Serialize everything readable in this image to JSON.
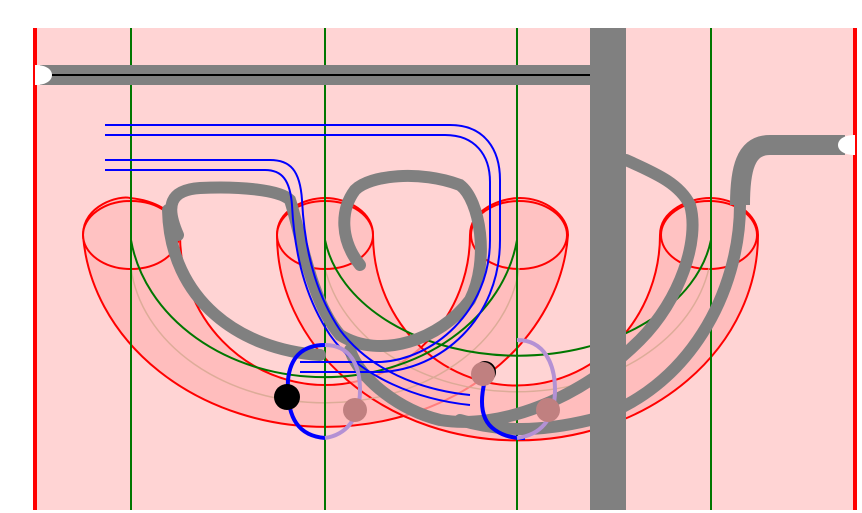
{
  "colors": {
    "background": "#ffd4d4",
    "boundary": "#ff0000",
    "grid_line": "#007700",
    "gray_tube": "#808080",
    "blue_strand": "#0000ff",
    "purple_strand": "#b491d4",
    "black_marker": "#000000",
    "faded_marker": "#c08080",
    "tube_fill": "#ffb3b3",
    "tube_outline": "#ff0000"
  },
  "components": {
    "red_tubes": 4,
    "green_verticals": 4,
    "black_markers": 2,
    "faded_markers": 3
  }
}
